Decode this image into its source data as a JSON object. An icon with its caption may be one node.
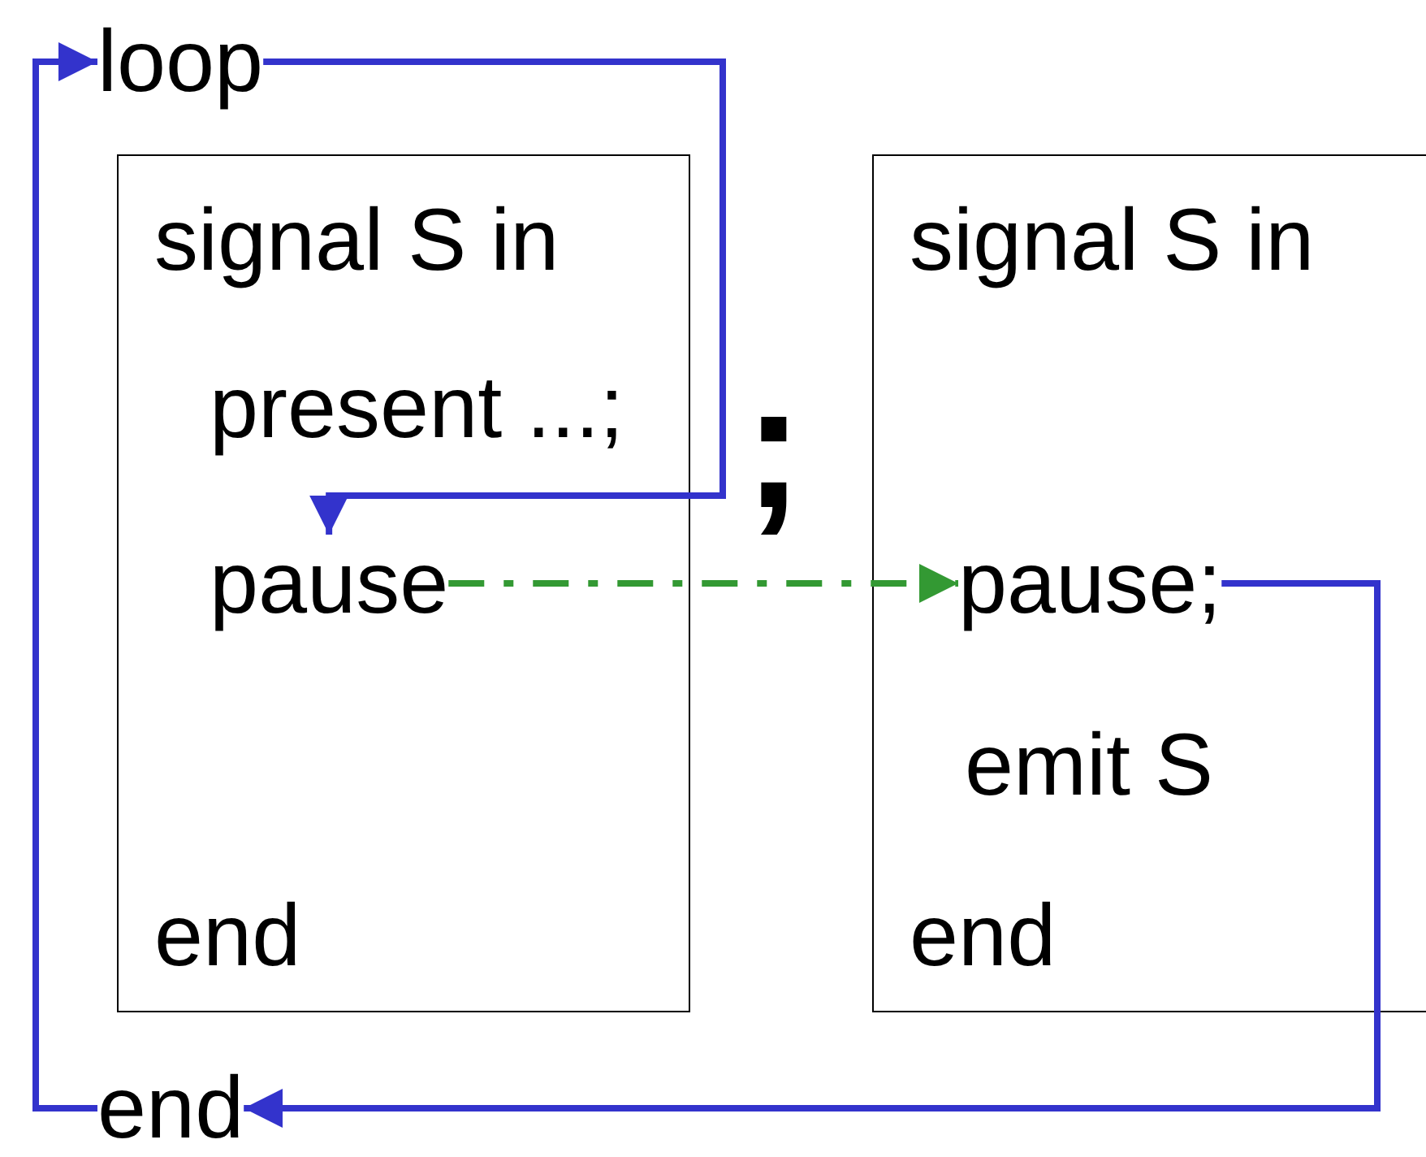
{
  "diagram": {
    "nodes": [
      {
        "text": [
          "loop"
        ]
      },
      {
        "text": [
          "signal S in",
          "present ...;",
          "end"
        ]
      },
      {
        "text": [
          "pause"
        ],
        "in": 1
      },
      {
        "text": [
          "signal S in",
          "emit S",
          "end"
        ]
      },
      {
        "text": [
          "pause;"
        ],
        "in": 3
      },
      {
        "text": [
          "end"
        ]
      }
    ],
    "edges": [
      {
        "from": 0,
        "to": 2,
        "arrow": "to"
      },
      {
        "from": 2,
        "to": 4,
        "arrow": "to",
        "style": "dashed",
        "color": "#339933"
      },
      {
        "from": 4,
        "to": 5,
        "arrow": "to"
      },
      {
        "from": 5,
        "to": 0,
        "arrow": "to"
      }
    ],
    "labels": [
      ";"
    ]
  }
}
